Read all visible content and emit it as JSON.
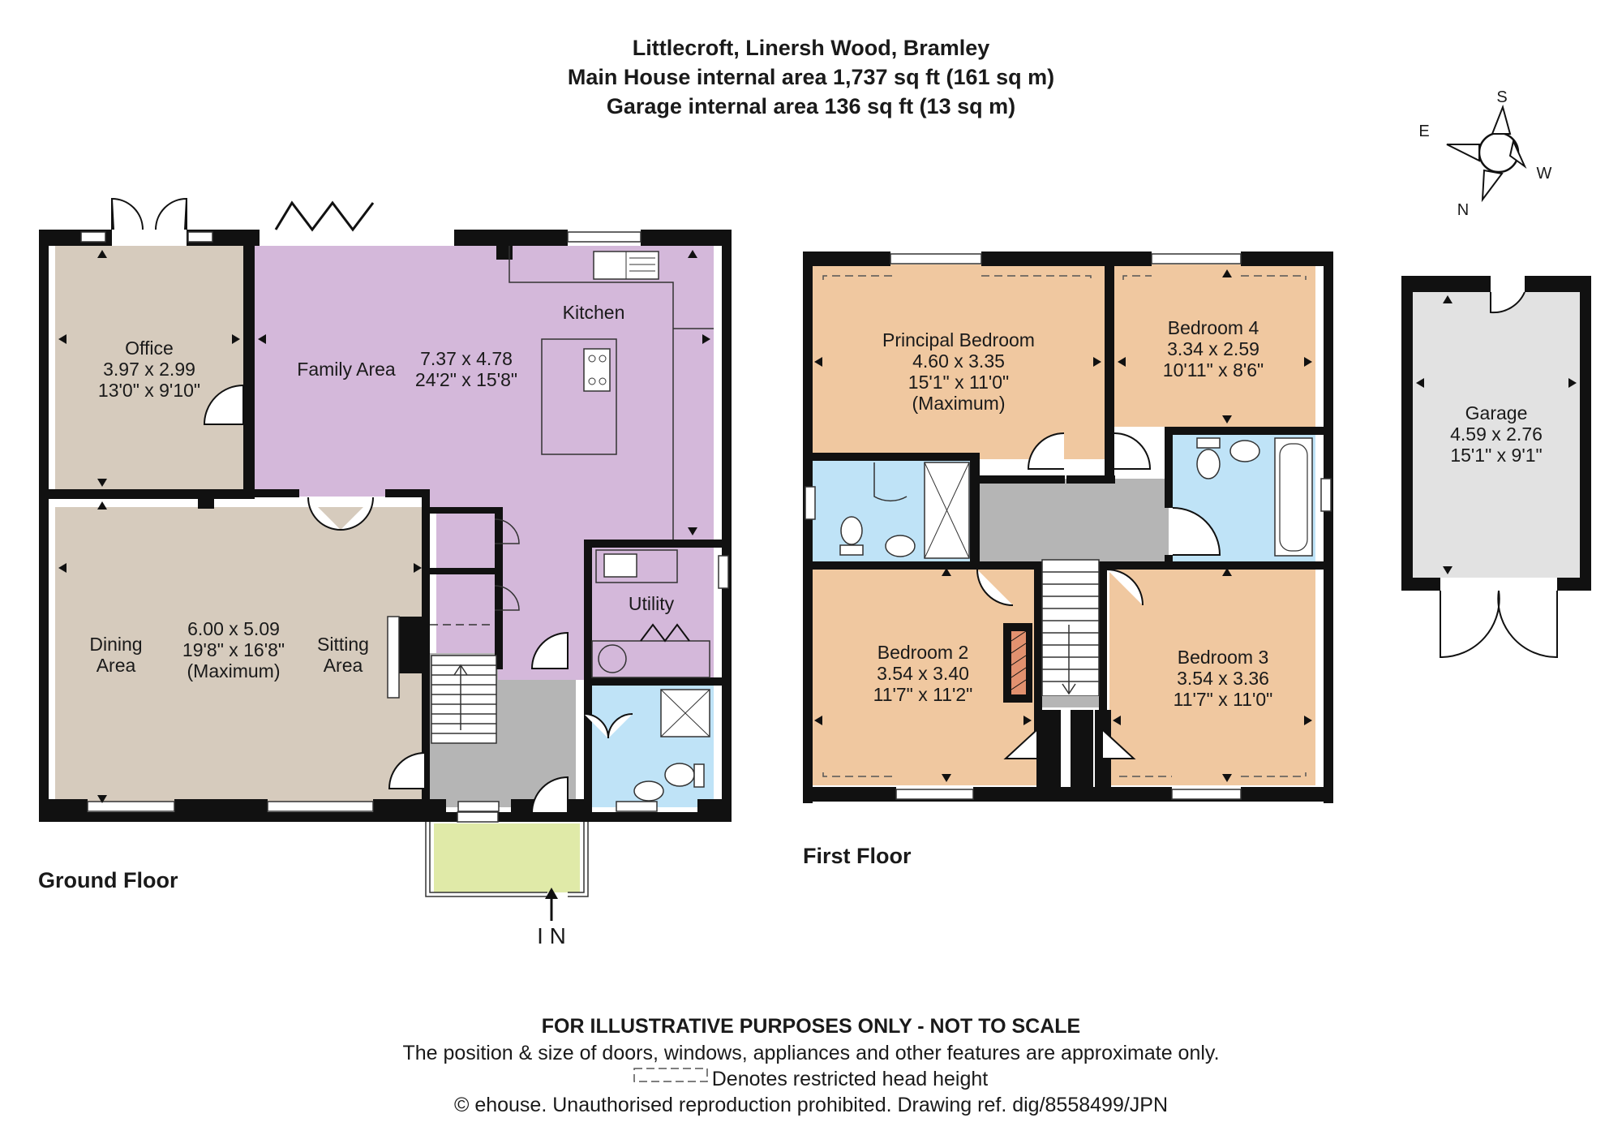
{
  "header": {
    "title": "Littlecroft, Linersh Wood, Bramley",
    "main_house_area": "Main House internal area 1,737 sq ft (161 sq m)",
    "garage_area": "Garage internal area 136 sq ft (13 sq m)"
  },
  "compass": {
    "north": "N",
    "south": "S",
    "east": "E",
    "west": "W"
  },
  "ground_floor": {
    "label": "Ground Floor",
    "office": {
      "name": "Office",
      "metric": "3.97 x 2.99",
      "imperial": "13'0\" x 9'10\""
    },
    "family": {
      "name": "Family Area",
      "metric": "7.37 x 4.78",
      "imperial": "24'2\" x 15'8\""
    },
    "kitchen": {
      "name": "Kitchen"
    },
    "dining": {
      "line1": "Dining",
      "line2": "Area"
    },
    "sitting": {
      "line1": "Sitting",
      "line2": "Area",
      "metric": "6.00 x 5.09",
      "imperial": "19'8\" x 16'8\"",
      "note": "(Maximum)"
    },
    "utility": {
      "name": "Utility"
    },
    "entrance": {
      "label": "I N"
    }
  },
  "first_floor": {
    "label": "First Floor",
    "principal": {
      "name": "Principal Bedroom",
      "metric": "4.60 x 3.35",
      "imperial": "15'1\" x 11'0\"",
      "note": "(Maximum)"
    },
    "bed4": {
      "name": "Bedroom 4",
      "metric": "3.34 x 2.59",
      "imperial": "10'11\" x 8'6\""
    },
    "bed2": {
      "name": "Bedroom 2",
      "metric": "3.54 x 3.40",
      "imperial": "11'7\" x 11'2\""
    },
    "bed3": {
      "name": "Bedroom 3",
      "metric": "3.54 x 3.36",
      "imperial": "11'7\" x 11'0\""
    }
  },
  "garage": {
    "name": "Garage",
    "metric": "4.59 x 2.76",
    "imperial": "15'1\" x 9'1\""
  },
  "footer": {
    "disclaimer": "FOR ILLUSTRATIVE PURPOSES ONLY - NOT TO SCALE",
    "note": "The position & size of doors, windows, appliances and other features are approximate only.",
    "legend": "Denotes restricted head height",
    "copyright": "© ehouse. Unauthorised reproduction prohibited. Drawing ref. dig/8558499/JPN"
  },
  "colors": {
    "wall": "#111111",
    "office": "#d6cbbd",
    "family": "#d4b8da",
    "dining": "#d6cbbd",
    "bedroom": "#f0c8a0",
    "bath": "#bfe3f7",
    "hall": "#b5b5b5",
    "garage": "#e2e2e2",
    "porch": "#e0eaa8",
    "chimney": "#e2916f"
  }
}
